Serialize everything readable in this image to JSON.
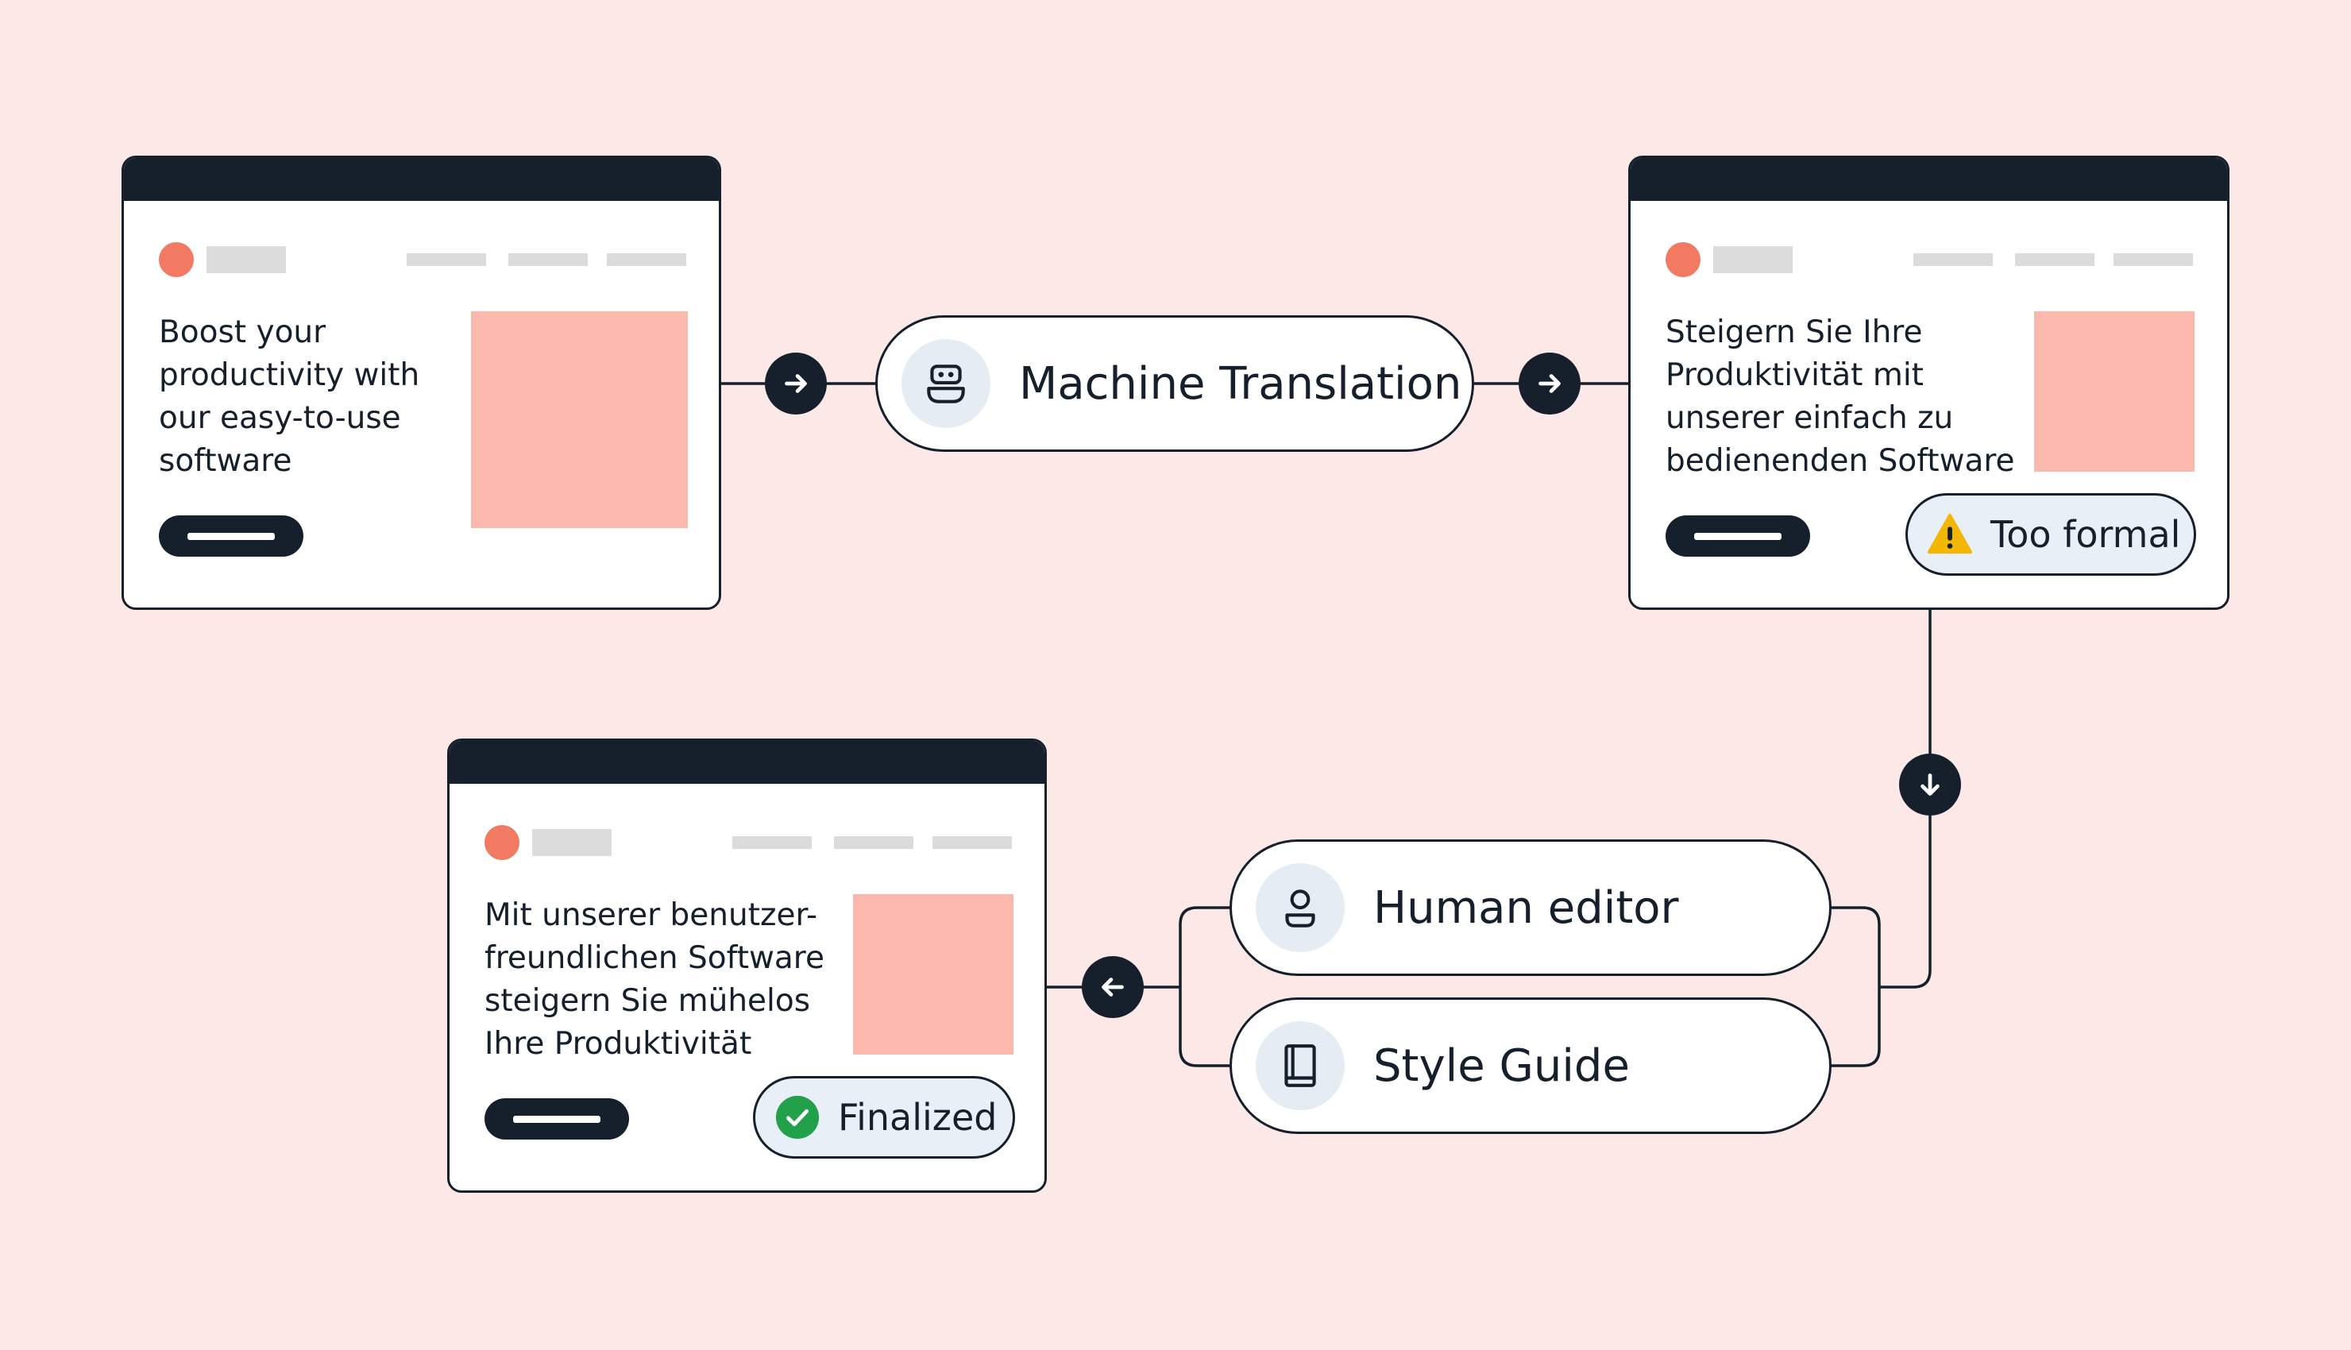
{
  "source_window": {
    "text": "Boost your\nproductivity with\nour easy-to-use\nsoftware"
  },
  "machine_translation": {
    "label": "Machine Translation",
    "icon": "robot-icon"
  },
  "translated_window": {
    "text": "Steigern Sie Ihre\nProduktivität mit\nunserer einfach zu\nbedienenden Software",
    "badge": {
      "label": "Too formal",
      "icon": "warning-icon",
      "color": "#f2b705"
    }
  },
  "human_editor": {
    "label": "Human editor",
    "icon": "person-icon"
  },
  "style_guide": {
    "label": "Style Guide",
    "icon": "book-icon"
  },
  "final_window": {
    "text": "Mit unserer benutzer-\nfreundlichen Software\nsteigern Sie mühelos\nIhre Produktivität",
    "badge": {
      "label": "Finalized",
      "icon": "check-circle-icon",
      "color": "#22a04a"
    }
  },
  "colors": {
    "background": "#fce8e7",
    "ink": "#16202c",
    "accent_dot": "#f27a62",
    "image_placeholder": "#fbb9ae",
    "badge_bg": "#e9eff6"
  }
}
